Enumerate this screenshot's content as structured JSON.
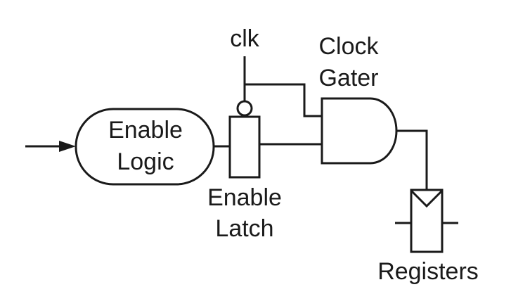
{
  "labels": {
    "clk": "clk",
    "clock_gater_line1": "Clock",
    "clock_gater_line2": "Gater",
    "enable_logic_line1": "Enable",
    "enable_logic_line2": "Logic",
    "enable_latch_line1": "Enable",
    "enable_latch_line2": "Latch",
    "registers": "Registers"
  }
}
